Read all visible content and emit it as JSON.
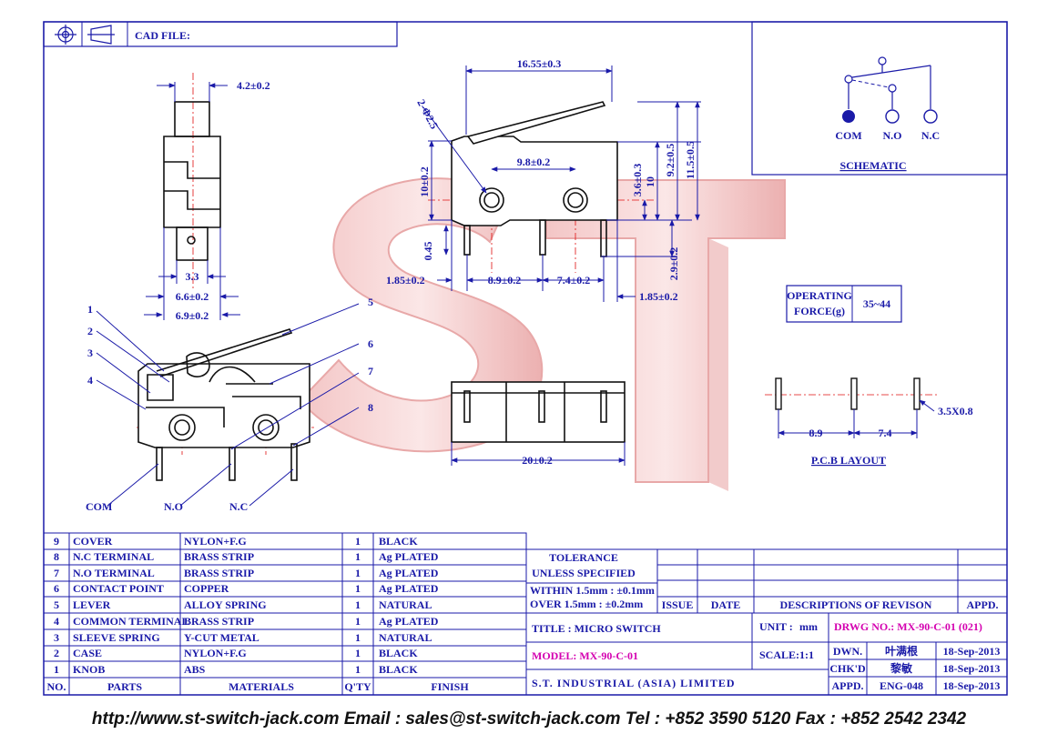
{
  "header": {
    "cad_label": "CAD FILE:"
  },
  "schematic": {
    "title": "SCHEMATIC",
    "com": "COM",
    "no": "N.O",
    "nc": "N.C"
  },
  "dimensions": {
    "top_width": "16.55±0.3",
    "hole_dia": "2-Φ2.5",
    "hole_pitch": "9.8±0.2",
    "height_10": "10±0.2",
    "h_3_6": "3.6±0.3",
    "h_10": "10",
    "h_9_2": "9.2±0.5",
    "h_11_5": "11.5±0.5",
    "pin_045": "0.45",
    "pin_len": "2.9±0.2",
    "left_185": "1.85±0.2",
    "pitch_89": "8.9±0.2",
    "pitch_74": "7.4±0.2",
    "right_185": "1.85±0.2",
    "side_42": "4.2±0.2",
    "side_33": "3.3",
    "side_66": "6.6±0.2",
    "side_69": "6.9±0.2",
    "bottom_20": "20±0.2"
  },
  "callouts": [
    "1",
    "2",
    "3",
    "4",
    "5",
    "6",
    "7",
    "8"
  ],
  "terminals": {
    "com": "COM",
    "no": "N.O",
    "nc": "N.C"
  },
  "operating_force": {
    "label1": "OPERATING",
    "label2": "FORCE(g)",
    "value": "35~44"
  },
  "pcb": {
    "title": "P.C.B LAYOUT",
    "d1": "8.9",
    "d2": "7.4",
    "slot": "3.5X0.8"
  },
  "watermark": "ST",
  "parts": {
    "headers": {
      "no": "NO.",
      "parts": "PARTS",
      "materials": "MATERIALS",
      "qty": "Q'TY",
      "finish": "FINISH"
    },
    "rows": [
      {
        "no": "9",
        "part": "COVER",
        "material": "NYLON+F.G",
        "qty": "1",
        "finish": "BLACK"
      },
      {
        "no": "8",
        "part": "N.C TERMINAL",
        "material": "BRASS STRIP",
        "qty": "1",
        "finish": "Ag PLATED"
      },
      {
        "no": "7",
        "part": "N.O TERMINAL",
        "material": "BRASS STRIP",
        "qty": "1",
        "finish": "Ag PLATED"
      },
      {
        "no": "6",
        "part": "CONTACT POINT",
        "material": "COPPER",
        "qty": "1",
        "finish": "Ag PLATED"
      },
      {
        "no": "5",
        "part": "LEVER",
        "material": "ALLOY SPRING",
        "qty": "1",
        "finish": "NATURAL"
      },
      {
        "no": "4",
        "part": "COMMON TERMINAL",
        "material": "BRASS STRIP",
        "qty": "1",
        "finish": "Ag PLATED"
      },
      {
        "no": "3",
        "part": "SLEEVE SPRING",
        "material": "Y-CUT METAL",
        "qty": "1",
        "finish": "NATURAL"
      },
      {
        "no": "2",
        "part": "CASE",
        "material": "NYLON+F.G",
        "qty": "1",
        "finish": "BLACK"
      },
      {
        "no": "1",
        "part": "KNOB",
        "material": "ABS",
        "qty": "1",
        "finish": "BLACK"
      }
    ]
  },
  "tolerance": {
    "l1": "TOLERANCE",
    "l2": "UNLESS  SPECIFIED",
    "l3": "WITHIN  1.5mm : ±0.1mm",
    "l4": "OVER    1.5mm : ±0.2mm"
  },
  "revision": {
    "issue": "ISSUE",
    "date": "DATE",
    "desc": "DESCRIPTIONS OF REVISON",
    "appd": "APPD."
  },
  "title_block": {
    "title": "TITLE : MICRO SWITCH",
    "model": "MODEL: MX-90-C-01",
    "company": "S.T. INDUSTRIAL (ASIA) LIMITED",
    "unit_label": "UNIT :",
    "unit": "mm",
    "scale_label": "SCALE:",
    "scale": "1:1",
    "drwg": "DRWG NO.: MX-90-C-01 (021)",
    "dwn_label": "DWN.",
    "dwn_name": "叶满根",
    "dwn_date": "18-Sep-2013",
    "chk_label": "CHK'D",
    "chk_name": "黎敏",
    "chk_date": "18-Sep-2013",
    "appd_label": "APPD.",
    "appd_name": "ENG-048",
    "appd_date": "18-Sep-2013"
  },
  "footer": "http://www.st-switch-jack.com  Email : sales@st-switch-jack.com  Tel : +852 3590 5120  Fax : +852 2542 2342",
  "colors": {
    "ink": "#1a1aa8",
    "center": "#e01010",
    "model": "#d400b0",
    "watermark": "#e8a2a2"
  }
}
